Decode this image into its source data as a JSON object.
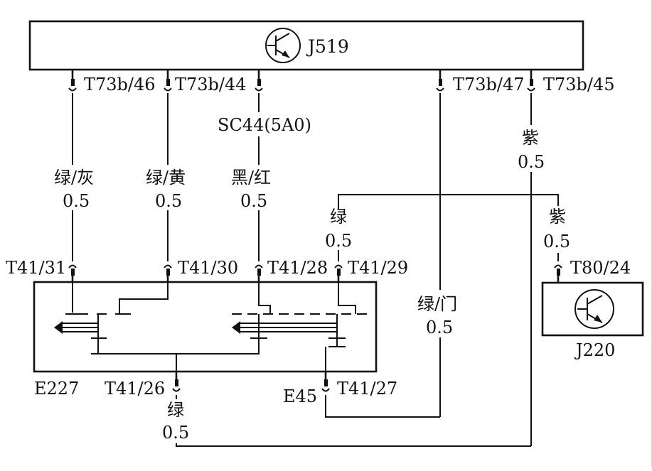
{
  "modules": {
    "j519": {
      "name": "J519"
    },
    "j220": {
      "name": "J220"
    },
    "e227": {
      "name": "E227"
    },
    "e45": {
      "name": "E45"
    }
  },
  "pins": {
    "t73b_46": "T73b/46",
    "t73b_44": "T73b/44",
    "t73b_47": "T73b/47",
    "t73b_45": "T73b/45",
    "t41_31": "T41/31",
    "t41_30": "T41/30",
    "t41_28": "T41/28",
    "t41_29": "T41/29",
    "t41_26": "T41/26",
    "t41_27": "T41/27",
    "t80_24": "T80/24"
  },
  "fuse": {
    "label": "SC44(5A0)"
  },
  "wires": [
    {
      "color": "绿/灰",
      "size": "0.5"
    },
    {
      "color": "绿/黄",
      "size": "0.5"
    },
    {
      "color": "黑/红",
      "size": "0.5"
    },
    {
      "color": "紫",
      "size": "0.5"
    },
    {
      "color": "绿",
      "size": "0.5"
    },
    {
      "color": "紫",
      "size": "0.5"
    },
    {
      "color": "绿/门",
      "size": "0.5"
    },
    {
      "color": "绿",
      "size": "0.5"
    }
  ]
}
